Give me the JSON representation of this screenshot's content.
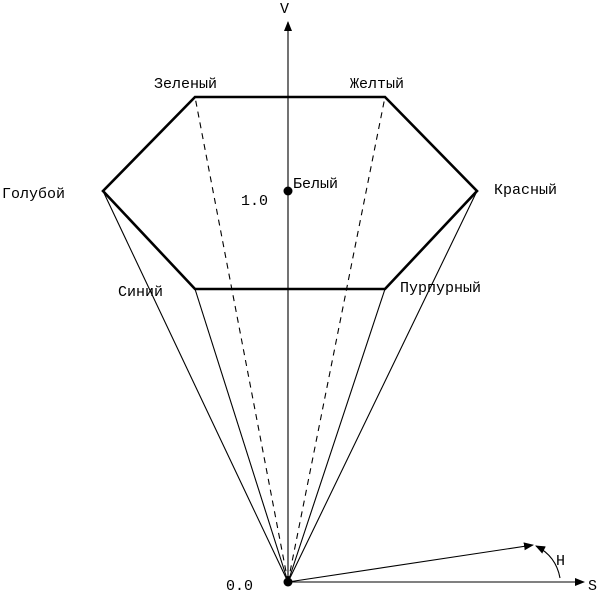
{
  "labels": {
    "axis_v": "V",
    "axis_s": "S",
    "axis_h": "H",
    "value_top": "1.0",
    "value_origin": "0.0",
    "white": "Белый",
    "green": "Зеленый",
    "yellow": "Желтый",
    "cyan": "Голубой",
    "red": "Красный",
    "blue": "Синий",
    "magenta": "Пурпурный"
  }
}
